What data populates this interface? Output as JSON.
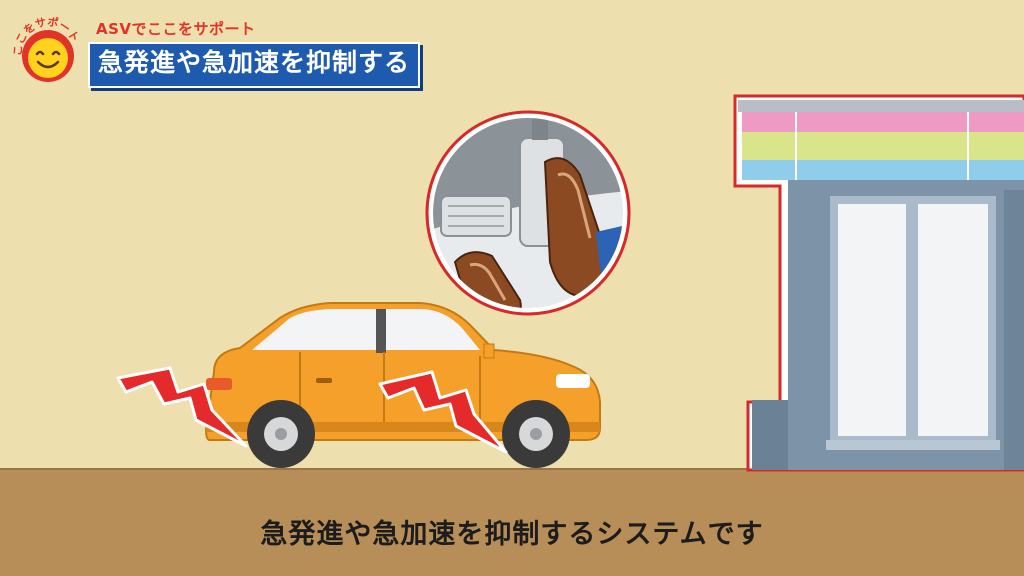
{
  "header": {
    "badge_text": "ここをサポート",
    "support_label": "ASVでここをサポート",
    "title": "急発進や急加速を抑制する"
  },
  "subtitle": "急発進や急加速を抑制するシステムです",
  "icons": {
    "badge": "smiley-face-icon",
    "shock_marks": "lightning-bolt-icon",
    "inset": "pedal-closeup-illustration",
    "store": "convenience-store-illustration",
    "car": "orange-car-illustration"
  },
  "colors": {
    "background": "#EDDFAE",
    "ground": "#B88E58",
    "title_bar": "#1E5BAE",
    "accent_red": "#E0342A",
    "car": "#F5A02A"
  }
}
